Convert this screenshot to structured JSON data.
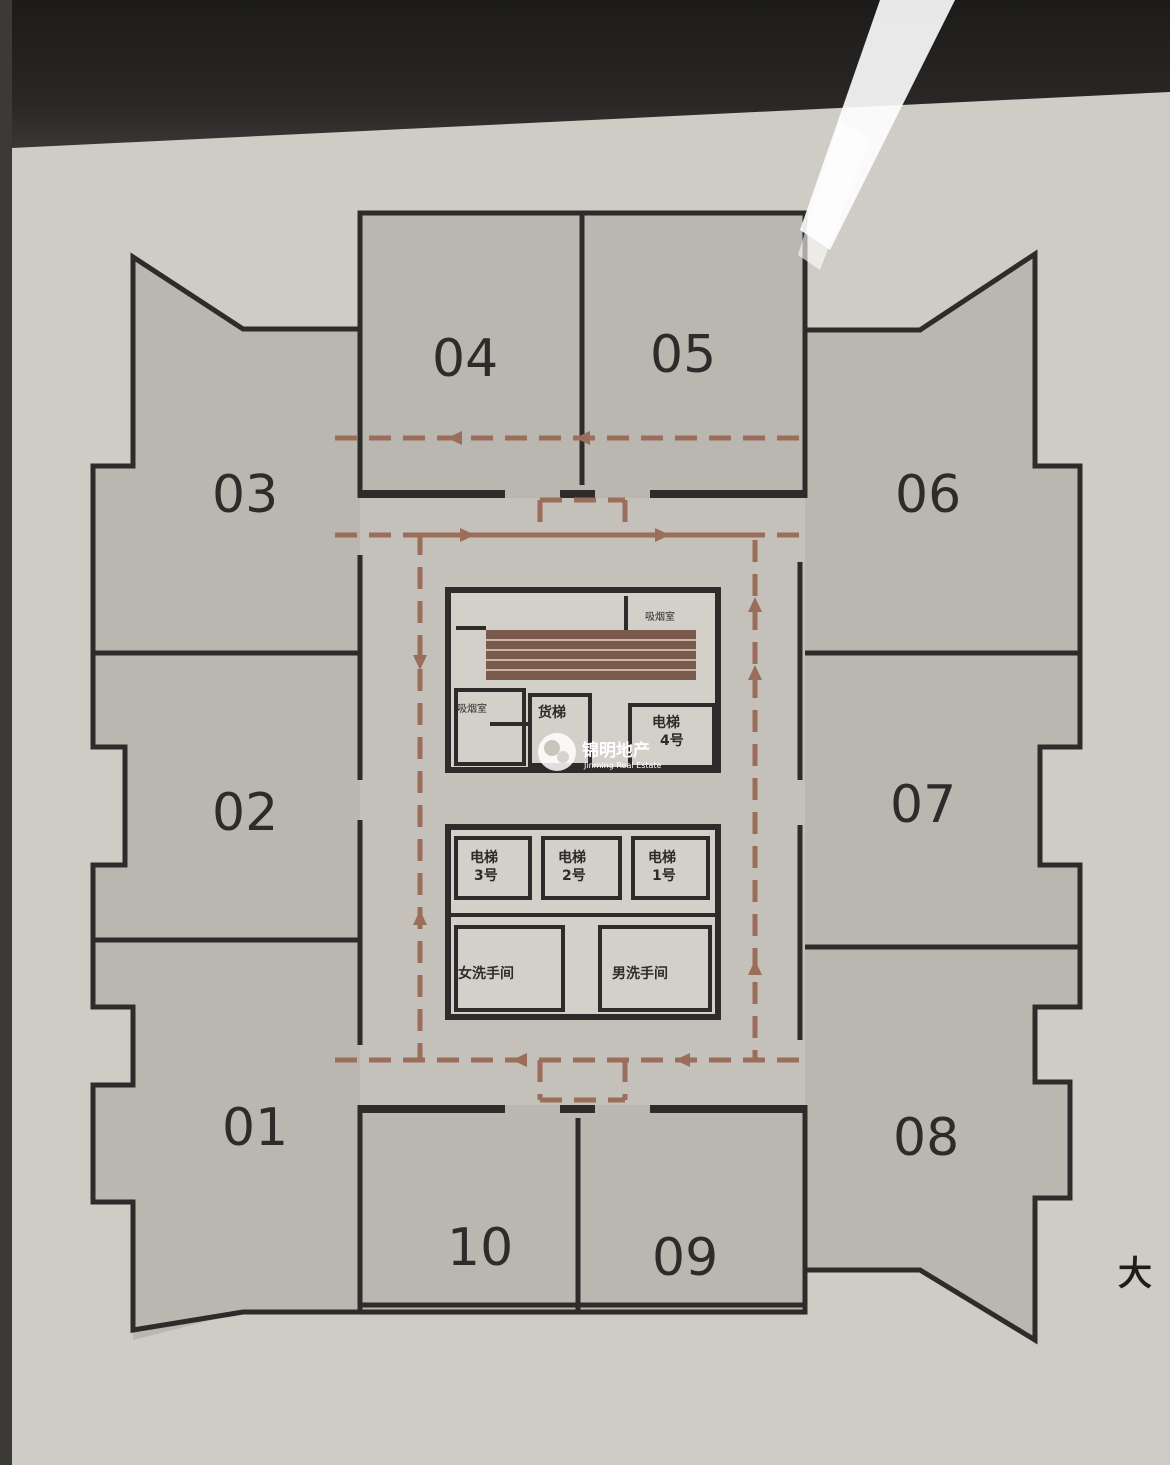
{
  "plan": {
    "rooms": [
      "01",
      "02",
      "03",
      "04",
      "05",
      "06",
      "07",
      "08",
      "09",
      "10"
    ],
    "core": {
      "smoke_room_top": "吸烟室",
      "smoke_room_left": "吸烟室",
      "freight_elevator": "货梯",
      "elevator_4": "电梯\n4号",
      "elevator_3": "电梯\n3号",
      "elevator_2": "电梯\n2号",
      "elevator_1": "电梯\n1号",
      "womens_restroom": "女洗手间",
      "mens_restroom": "男洗手间"
    },
    "side_text": "大"
  },
  "watermark": {
    "name_cn": "锦明地产",
    "name_en": "Jinming Real Estate"
  },
  "colors": {
    "wall": "#2e2c2a",
    "floor": "#b9b6b0",
    "board": "#cfccc6",
    "route": "#9a6e5a"
  }
}
